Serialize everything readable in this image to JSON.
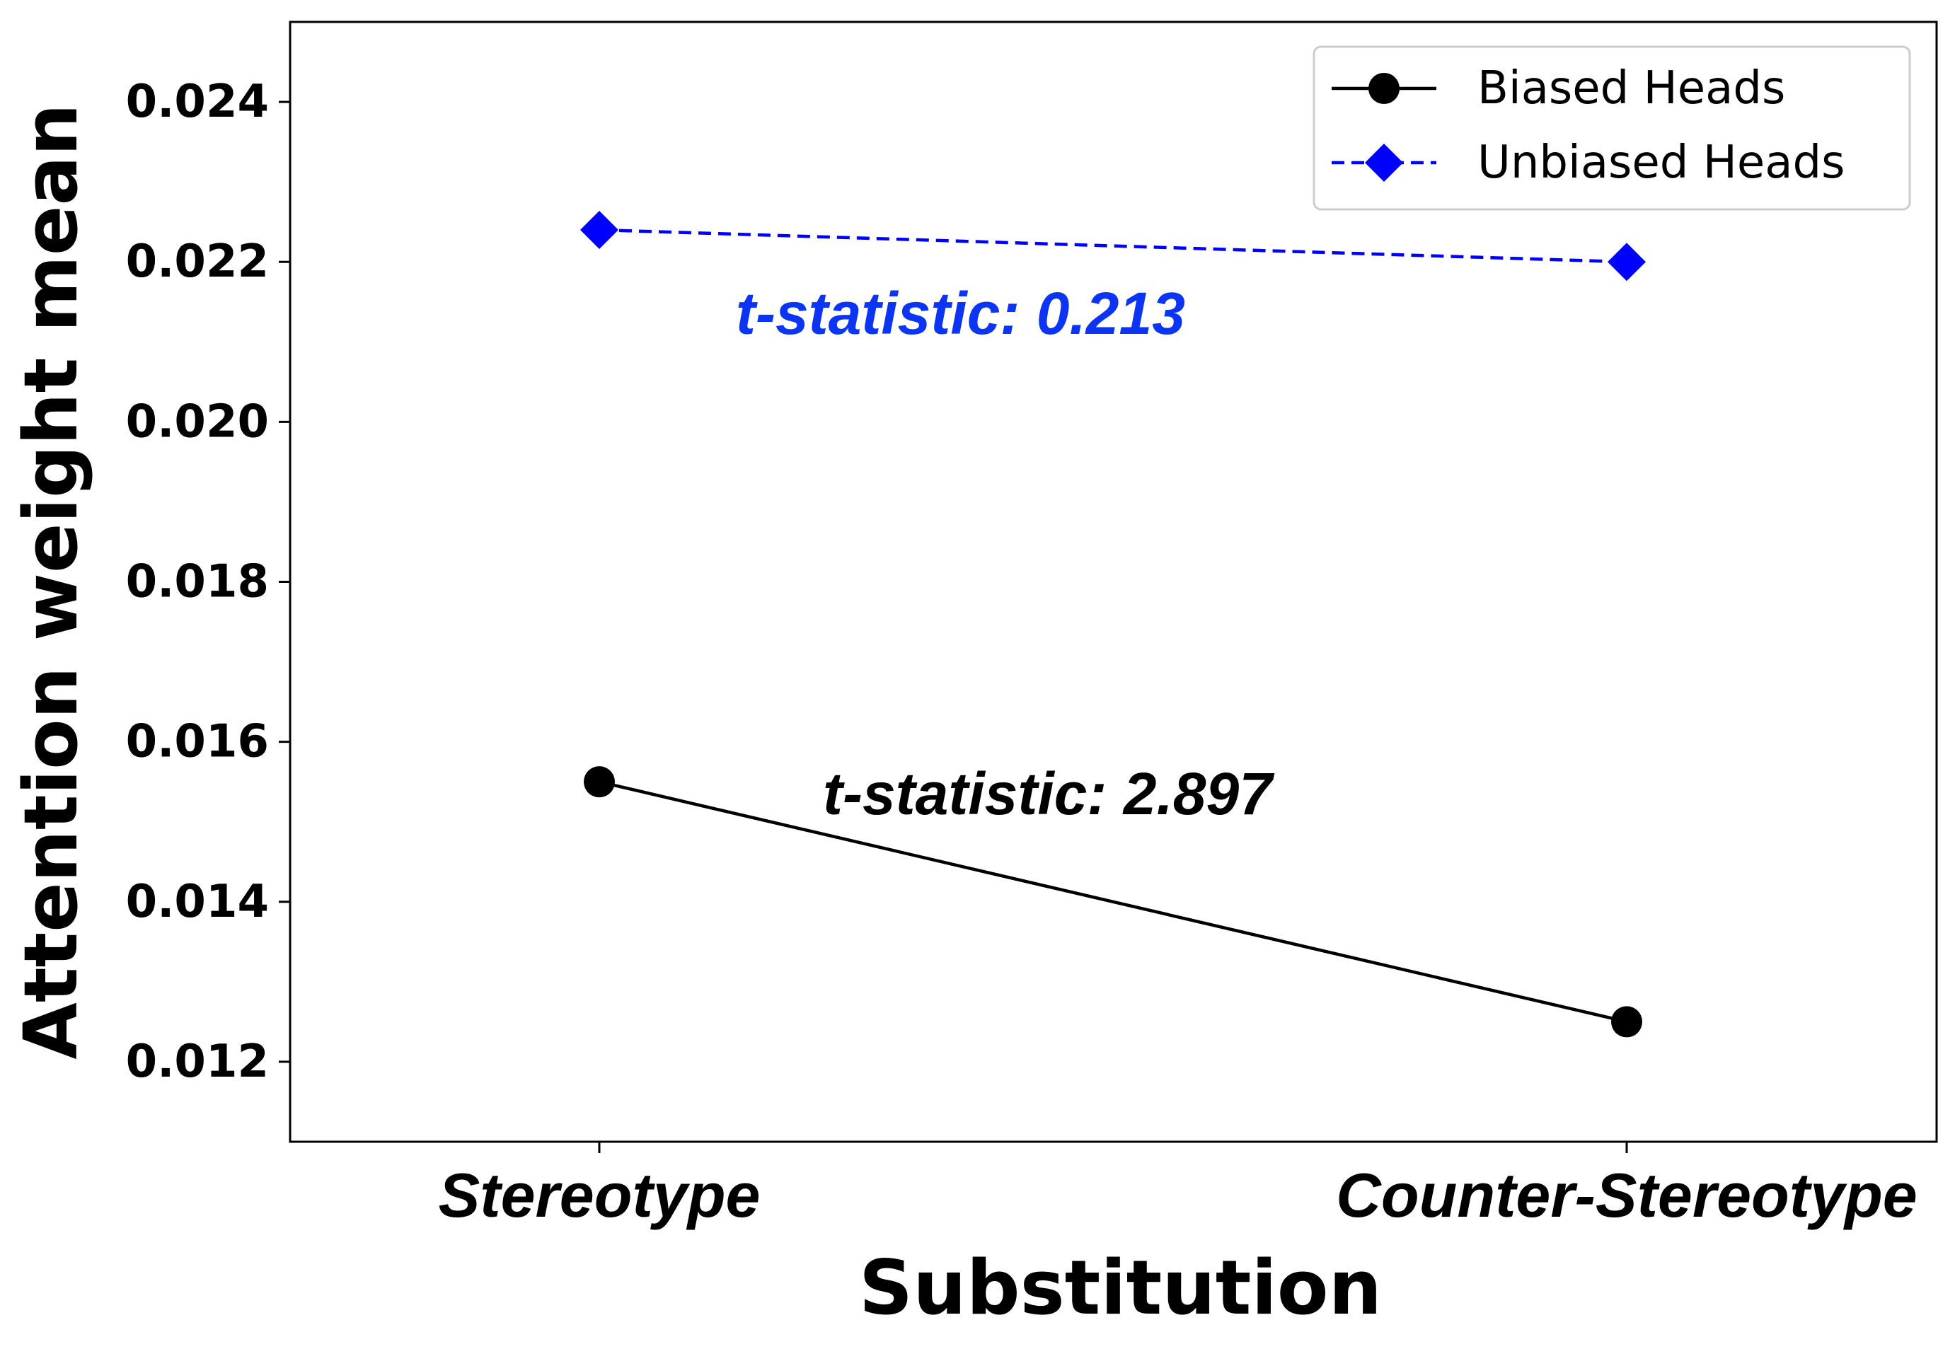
{
  "chart_data": {
    "type": "line",
    "categories": [
      "Stereotype",
      "Counter-Stereotype"
    ],
    "xlabel": "Substitution",
    "ylabel": "Attention weight mean",
    "ylim": [
      0.011,
      0.025
    ],
    "yticks": [
      "0.012",
      "0.014",
      "0.016",
      "0.018",
      "0.020",
      "0.022",
      "0.024"
    ],
    "grid": false,
    "legend_position": "top-right",
    "series": [
      {
        "name": "Biased Heads",
        "values": [
          0.0155,
          0.0125
        ],
        "color": "#000000",
        "line_style": "solid",
        "marker": "circle",
        "annotation": "t-statistic: 2.897"
      },
      {
        "name": "Unbiased Heads",
        "values": [
          0.0224,
          0.022
        ],
        "color": "#0000ff",
        "line_style": "dashed",
        "marker": "diamond",
        "annotation": "t-statistic: 0.213",
        "annotation_color": "#0b35f2"
      }
    ]
  }
}
